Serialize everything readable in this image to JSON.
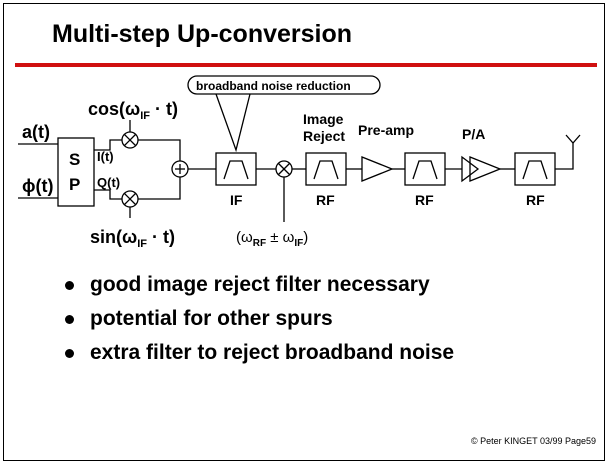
{
  "slide": {
    "title": "Multi-step Up-conversion",
    "footer": "© Peter KINGET 03/99 Page59",
    "accent_color": "#d01010"
  },
  "diagram": {
    "inputs": {
      "a": "a(t)",
      "phi": "ϕ(t)"
    },
    "sp_block": {
      "line1": "S",
      "line2": "P"
    },
    "i_label": "I(t)",
    "q_label": "Q(t)",
    "cos_label": "cos(ω",
    "sin_label": "sin(ω",
    "if_sub": "IF",
    "t_suffix": " · t)",
    "rf_lo_open": "(ω",
    "rf_sub": "RF",
    "pm": " ± ω",
    "rf_lo_close": ")",
    "callout": "broadband noise reduction",
    "image_reject": {
      "line1": "Image",
      "line2": "Reject"
    },
    "preamp": "Pre-amp",
    "pa": "P/A",
    "filter_labels": {
      "if": "IF",
      "rf1": "RF",
      "rf2": "RF",
      "rf3": "RF"
    }
  },
  "bullets": [
    "good image reject filter necessary",
    "potential for other spurs",
    "extra filter to reject broadband noise"
  ]
}
